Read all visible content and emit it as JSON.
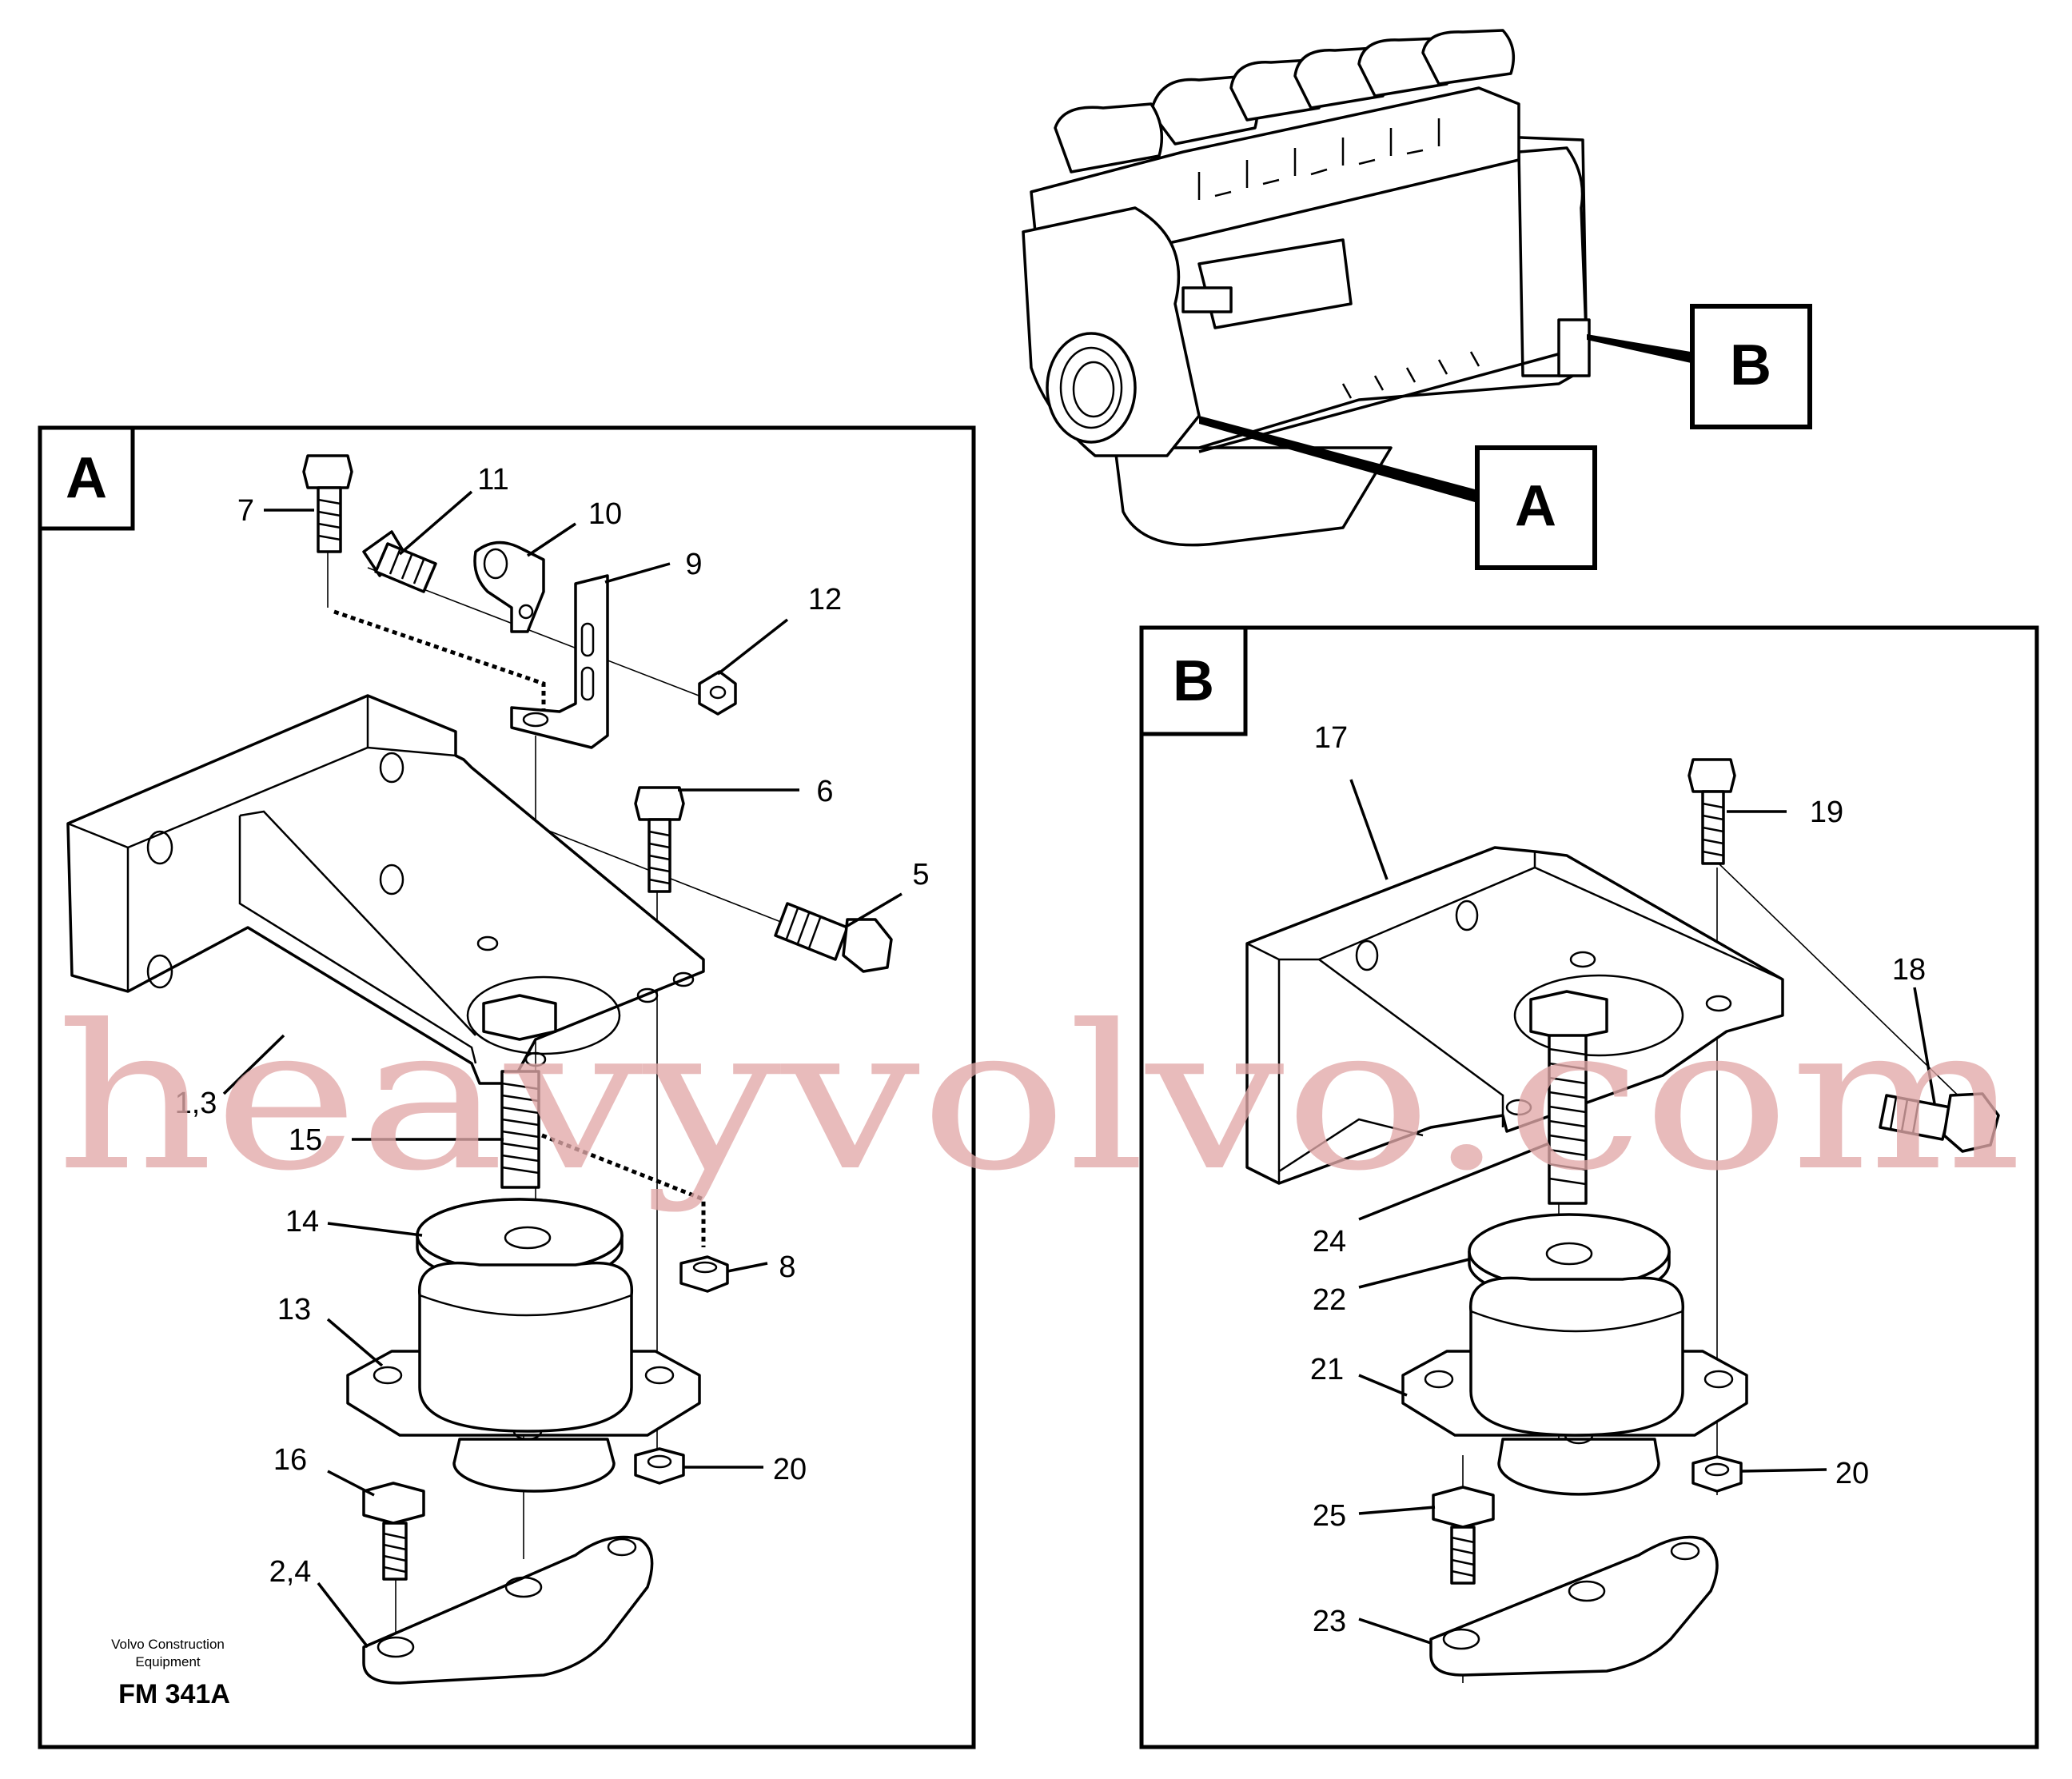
{
  "callouts": {
    "A": "A",
    "B": "B"
  },
  "watermark": "heavyvolvo.com",
  "footer": {
    "company_line1": "Volvo Construction",
    "company_line2": "Equipment",
    "figure_code": "FM 341A"
  },
  "parts_a": {
    "p7": "7",
    "p11": "11",
    "p10": "10",
    "p9": "9",
    "p12": "12",
    "p6": "6",
    "p5": "5",
    "p1_3": "1,3",
    "p15": "15",
    "p14": "14",
    "p8": "8",
    "p13": "13",
    "p16": "16",
    "p20": "20",
    "p2_4": "2,4"
  },
  "parts_b": {
    "p17": "17",
    "p19": "19",
    "p18": "18",
    "p24": "24",
    "p22": "22",
    "p21": "21",
    "p20": "20",
    "p25": "25",
    "p23": "23"
  }
}
